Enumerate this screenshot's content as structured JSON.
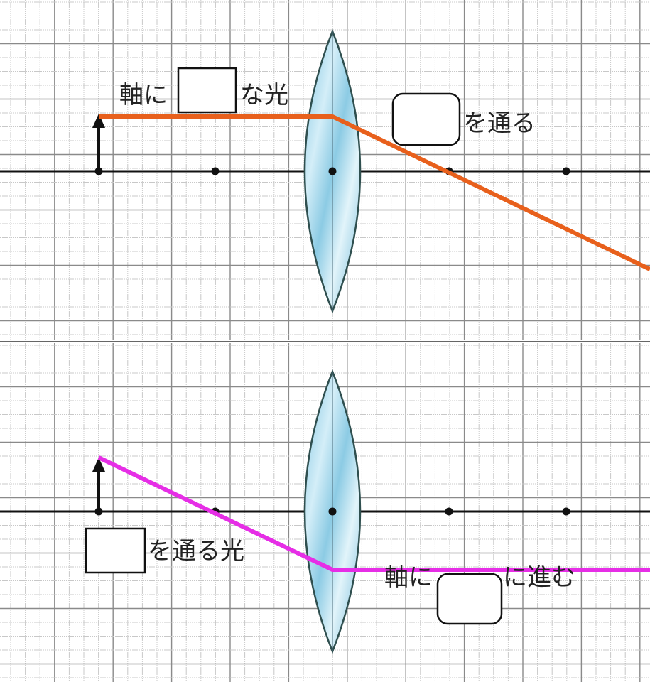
{
  "panels": [
    {
      "id": "top",
      "labels": {
        "incoming_prefix": "軸に",
        "incoming_suffix": "な光",
        "outgoing_suffix": "を通る"
      },
      "ray_color": "#e8601c"
    },
    {
      "id": "bottom",
      "labels": {
        "incoming_suffix": "を通る光",
        "outgoing_prefix": "軸に",
        "outgoing_suffix": "に進む"
      },
      "ray_color": "#e62ee6"
    }
  ],
  "colors": {
    "grid_minor": "#c8c8c8",
    "grid_major": "#8a8a8a",
    "axis": "#111111",
    "lens_fill": "#a8d8ec",
    "lens_stroke": "#2f4f4f",
    "answer_box_stroke": "#111111"
  }
}
